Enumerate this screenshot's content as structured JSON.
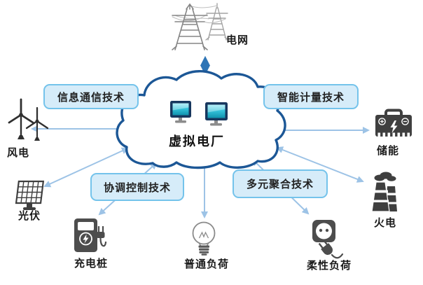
{
  "diagram": {
    "title": "虚拟电厂",
    "cloud": {
      "label": "虚拟电厂",
      "icon": "computer-monitors-icon"
    },
    "tech_boxes": [
      {
        "id": "ict",
        "label": "信息通信技术"
      },
      {
        "id": "metering",
        "label": "智能计量技术"
      },
      {
        "id": "control",
        "label": "协调控制技术"
      },
      {
        "id": "aggregation",
        "label": "多元聚合技术"
      }
    ],
    "nodes": [
      {
        "id": "grid",
        "label": "电网",
        "icon": "transmission-tower-icon"
      },
      {
        "id": "wind",
        "label": "风电",
        "icon": "wind-turbine-icon"
      },
      {
        "id": "solar",
        "label": "光伏",
        "icon": "solar-panel-icon"
      },
      {
        "id": "charger",
        "label": "充电桩",
        "icon": "ev-charger-icon"
      },
      {
        "id": "normal-load",
        "label": "普通负荷",
        "icon": "light-bulb-icon"
      },
      {
        "id": "flexible-load",
        "label": "柔性负荷",
        "icon": "plug-socket-icon"
      },
      {
        "id": "storage",
        "label": "储能",
        "icon": "battery-icon"
      },
      {
        "id": "thermal",
        "label": "火电",
        "icon": "power-plant-icon"
      }
    ],
    "connections": [
      {
        "from": "电网",
        "to": "虚拟电厂",
        "bidirectional": true,
        "style": "bold-blue"
      },
      {
        "from": "虚拟电厂",
        "to": "风电",
        "bidirectional": true
      },
      {
        "from": "虚拟电厂",
        "to": "光伏",
        "bidirectional": true
      },
      {
        "from": "虚拟电厂",
        "to": "充电桩",
        "bidirectional": true
      },
      {
        "from": "虚拟电厂",
        "to": "普通负荷",
        "bidirectional": true
      },
      {
        "from": "虚拟电厂",
        "to": "柔性负荷",
        "bidirectional": true
      },
      {
        "from": "虚拟电厂",
        "to": "储能",
        "bidirectional": true
      },
      {
        "from": "虚拟电厂",
        "to": "火电",
        "bidirectional": true
      }
    ],
    "colors": {
      "cloud_border": "#1C5796",
      "arrow_light": "#9DC3E6",
      "arrow_grid": "#2E75B6",
      "box_fill": "#D6ECF9",
      "box_border": "#74C3EB",
      "icon_dark": "#454545",
      "screen_cyan": "#2FB9D8"
    }
  }
}
